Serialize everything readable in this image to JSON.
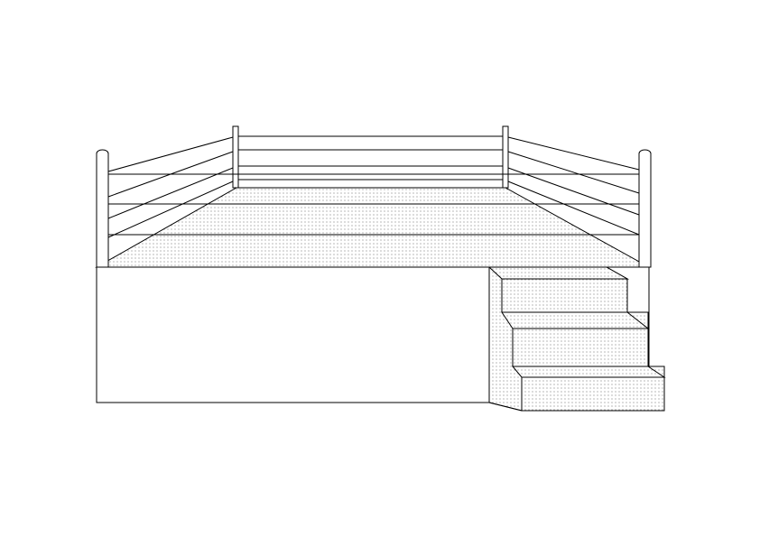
{
  "drawing": {
    "subject": "boxing-ring",
    "colors": {
      "stroke": "#000000",
      "background": "#ffffff",
      "dot": "#555555"
    },
    "ropes_count": 4,
    "posts_count": 4,
    "steps_count": 3
  }
}
